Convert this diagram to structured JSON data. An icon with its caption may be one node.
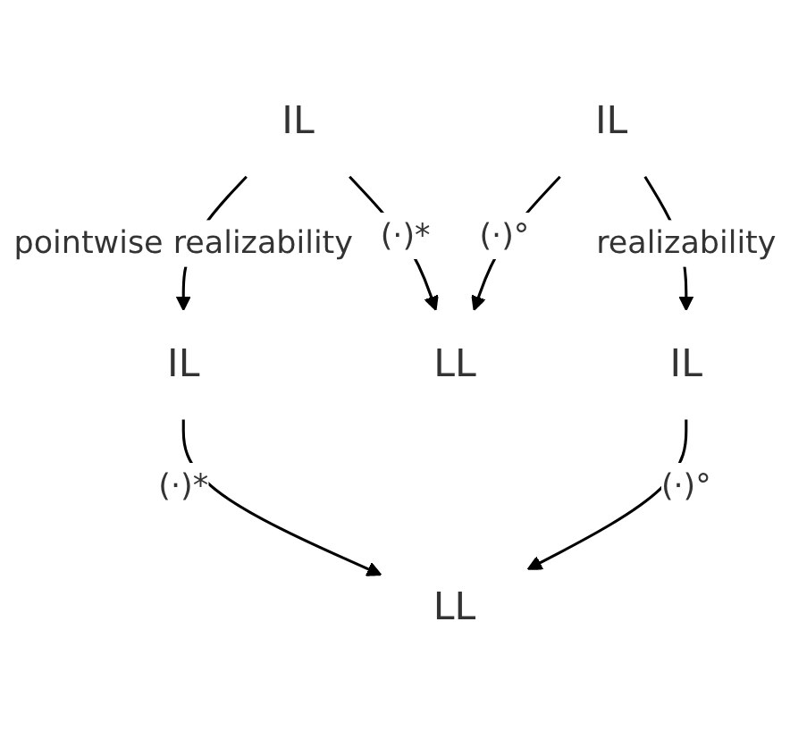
{
  "diagram": {
    "nodes": [
      {
        "text": [
          "IL"
        ]
      },
      {
        "text": [
          "IL"
        ]
      },
      {
        "text": [
          "LL"
        ]
      },
      {
        "text": [
          "LL"
        ]
      },
      {
        "text": [
          "IL"
        ]
      },
      {
        "text": [
          "IL"
        ]
      }
    ],
    "edges": [
      {
        "from": 0,
        "to": 1,
        "arrow": "to",
        "label": "pointwise realizability"
      },
      {
        "from": 0,
        "to": 2,
        "arrow": "to",
        "label": "(·)*"
      },
      {
        "from": 1,
        "to": 3,
        "arrow": "to",
        "label": "(·)*"
      },
      {
        "from": 4,
        "to": 2,
        "arrow": "to",
        "label": "(·)°"
      },
      {
        "from": 5,
        "to": 3,
        "arrow": "to",
        "label": "(·)°"
      },
      {
        "from": 4,
        "to": 5,
        "arrow": "to",
        "label": "realizability"
      }
    ]
  }
}
